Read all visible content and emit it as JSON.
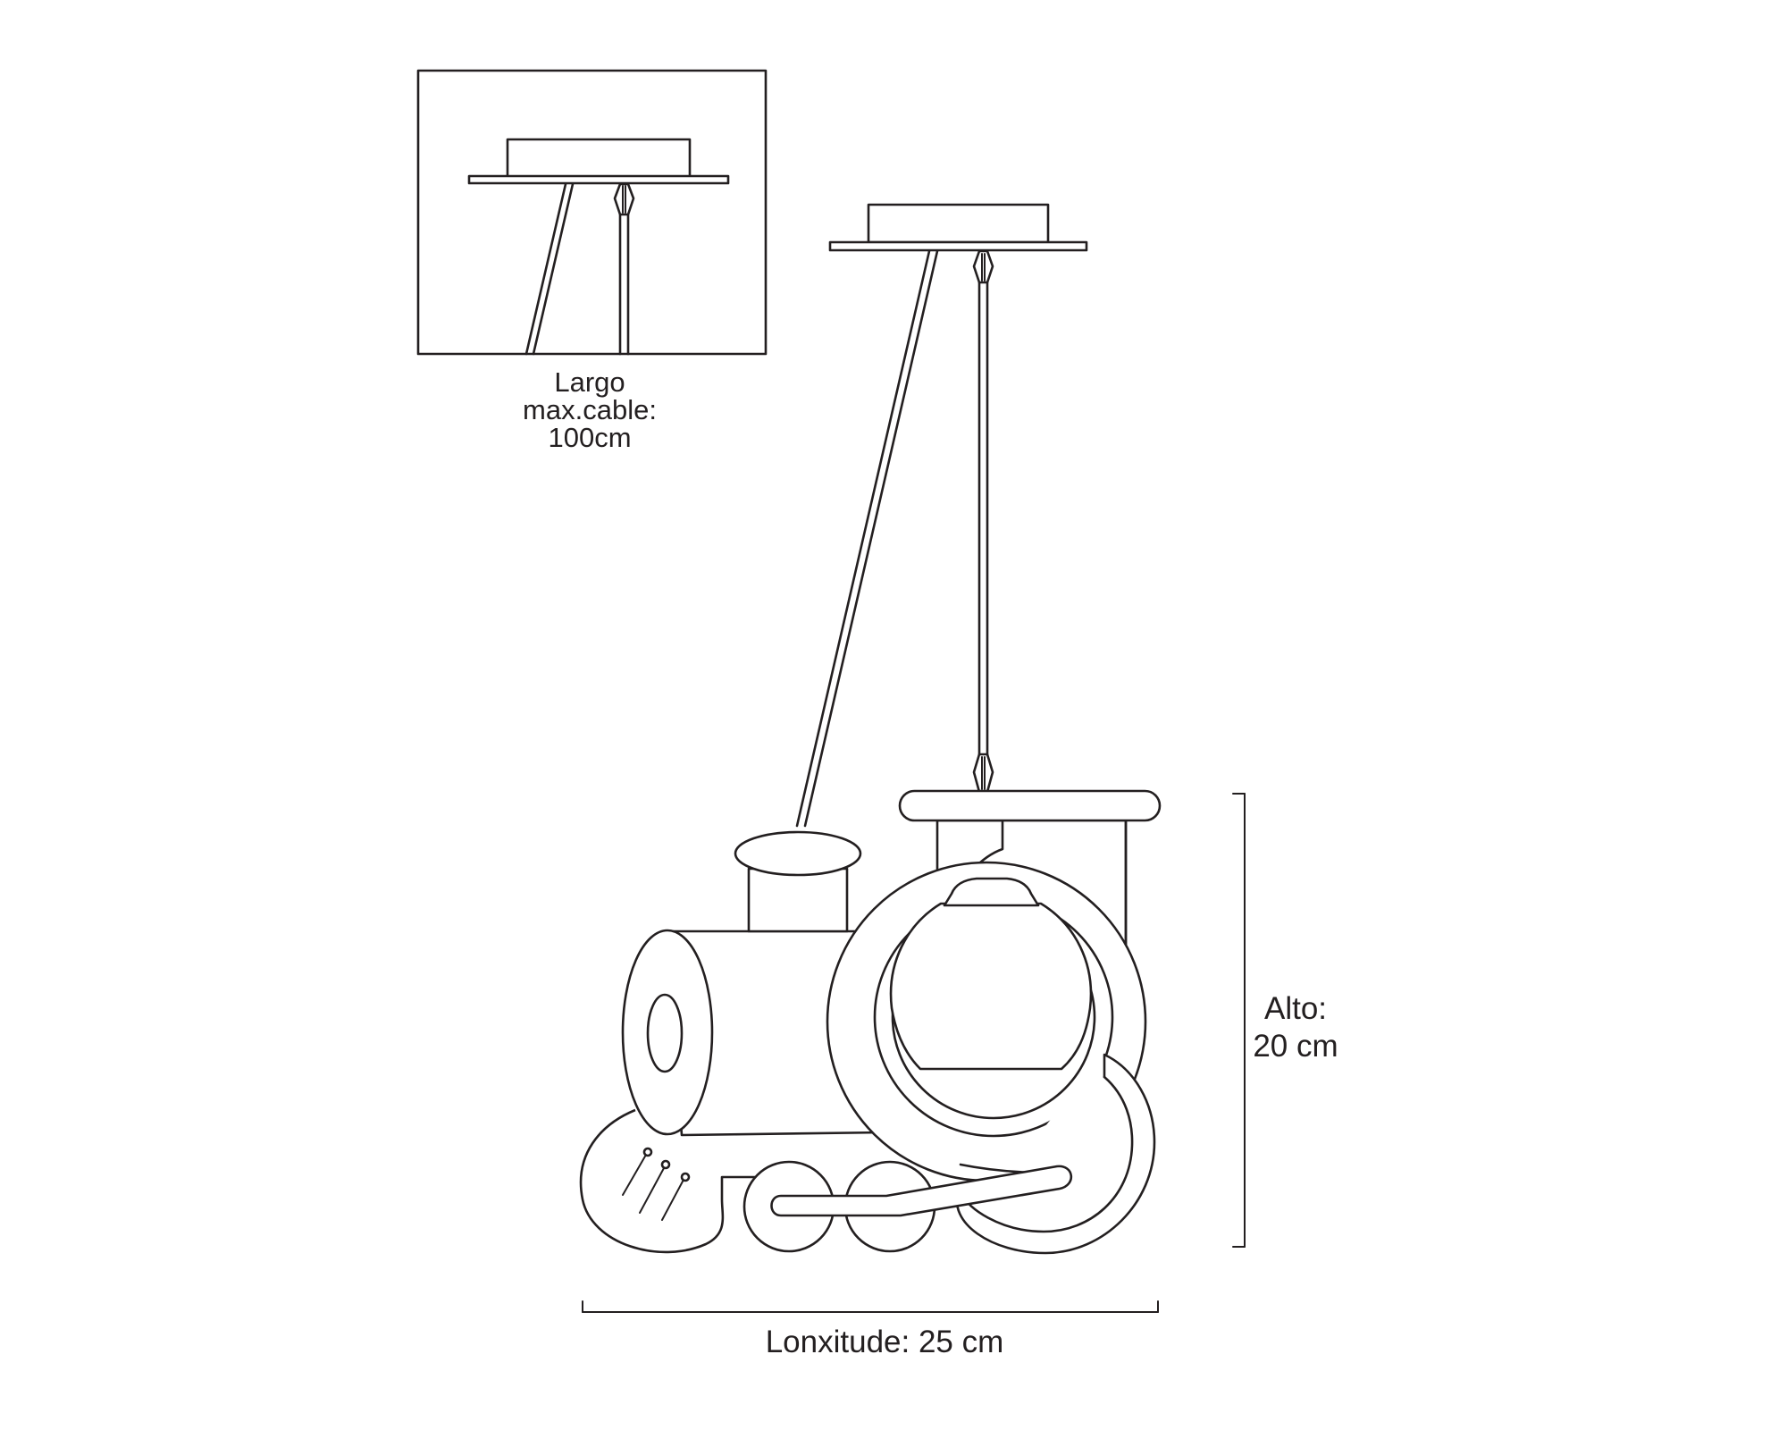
{
  "inset": {
    "caption_line1": "Largo",
    "caption_line2": "max.cable:",
    "caption_line3": "100cm"
  },
  "dimensions": {
    "height_line1": "Alto:",
    "height_line2": "20 cm",
    "width": "Lonxitude: 25 cm"
  },
  "colors": {
    "line": "#231f20",
    "background": "#ffffff"
  }
}
